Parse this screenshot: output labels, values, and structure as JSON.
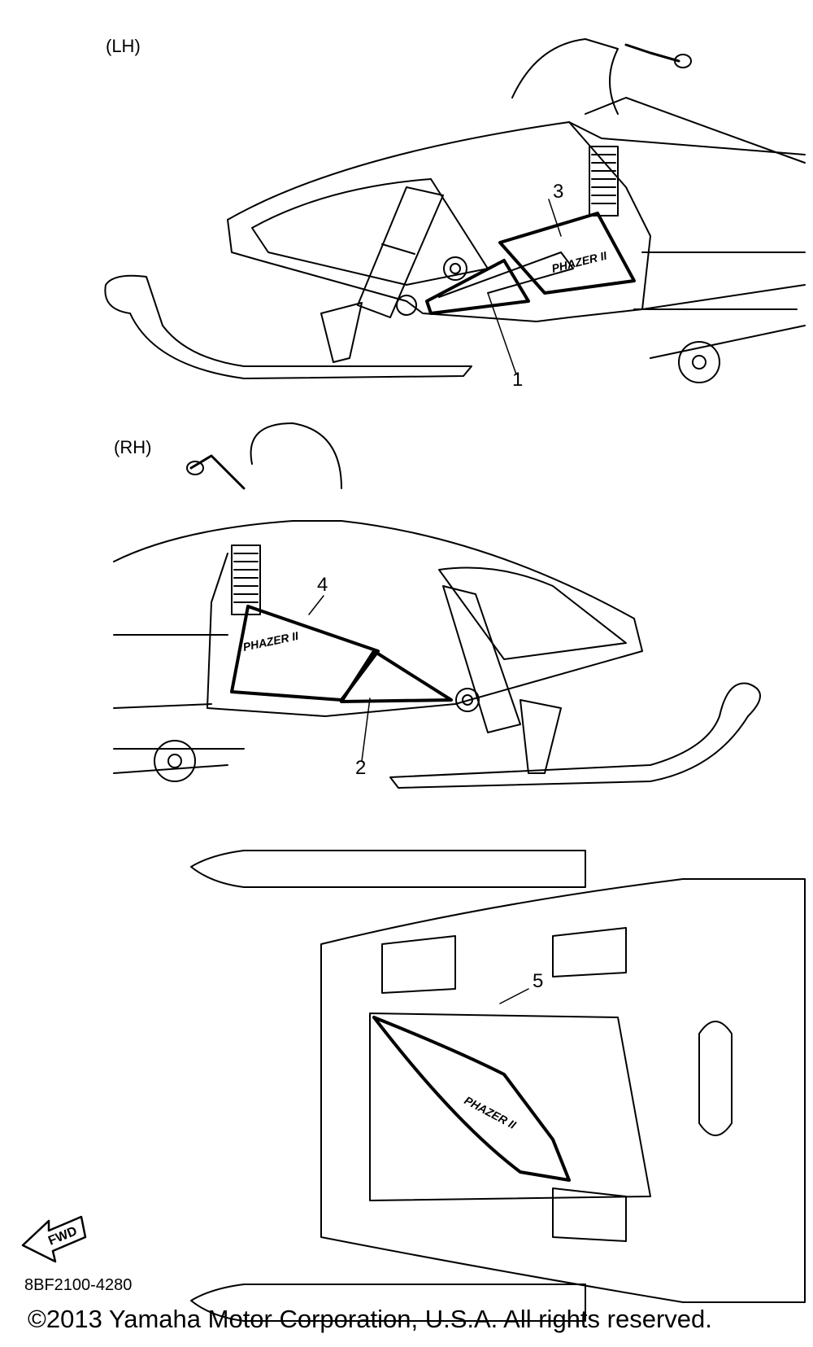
{
  "views": {
    "lh": {
      "label": "(LH)"
    },
    "rh": {
      "label": "(RH)"
    }
  },
  "callouts": [
    {
      "id": "1",
      "text": "1"
    },
    {
      "id": "2",
      "text": "2"
    },
    {
      "id": "3",
      "text": "3"
    },
    {
      "id": "4",
      "text": "4"
    },
    {
      "id": "5",
      "text": "5"
    }
  ],
  "decal_text": "PHAZER II",
  "fwd_label": "FWD",
  "part_number": "8BF2100-4280",
  "copyright": "©2013 Yamaha Motor Corporation, U.S.A. All rights reserved."
}
